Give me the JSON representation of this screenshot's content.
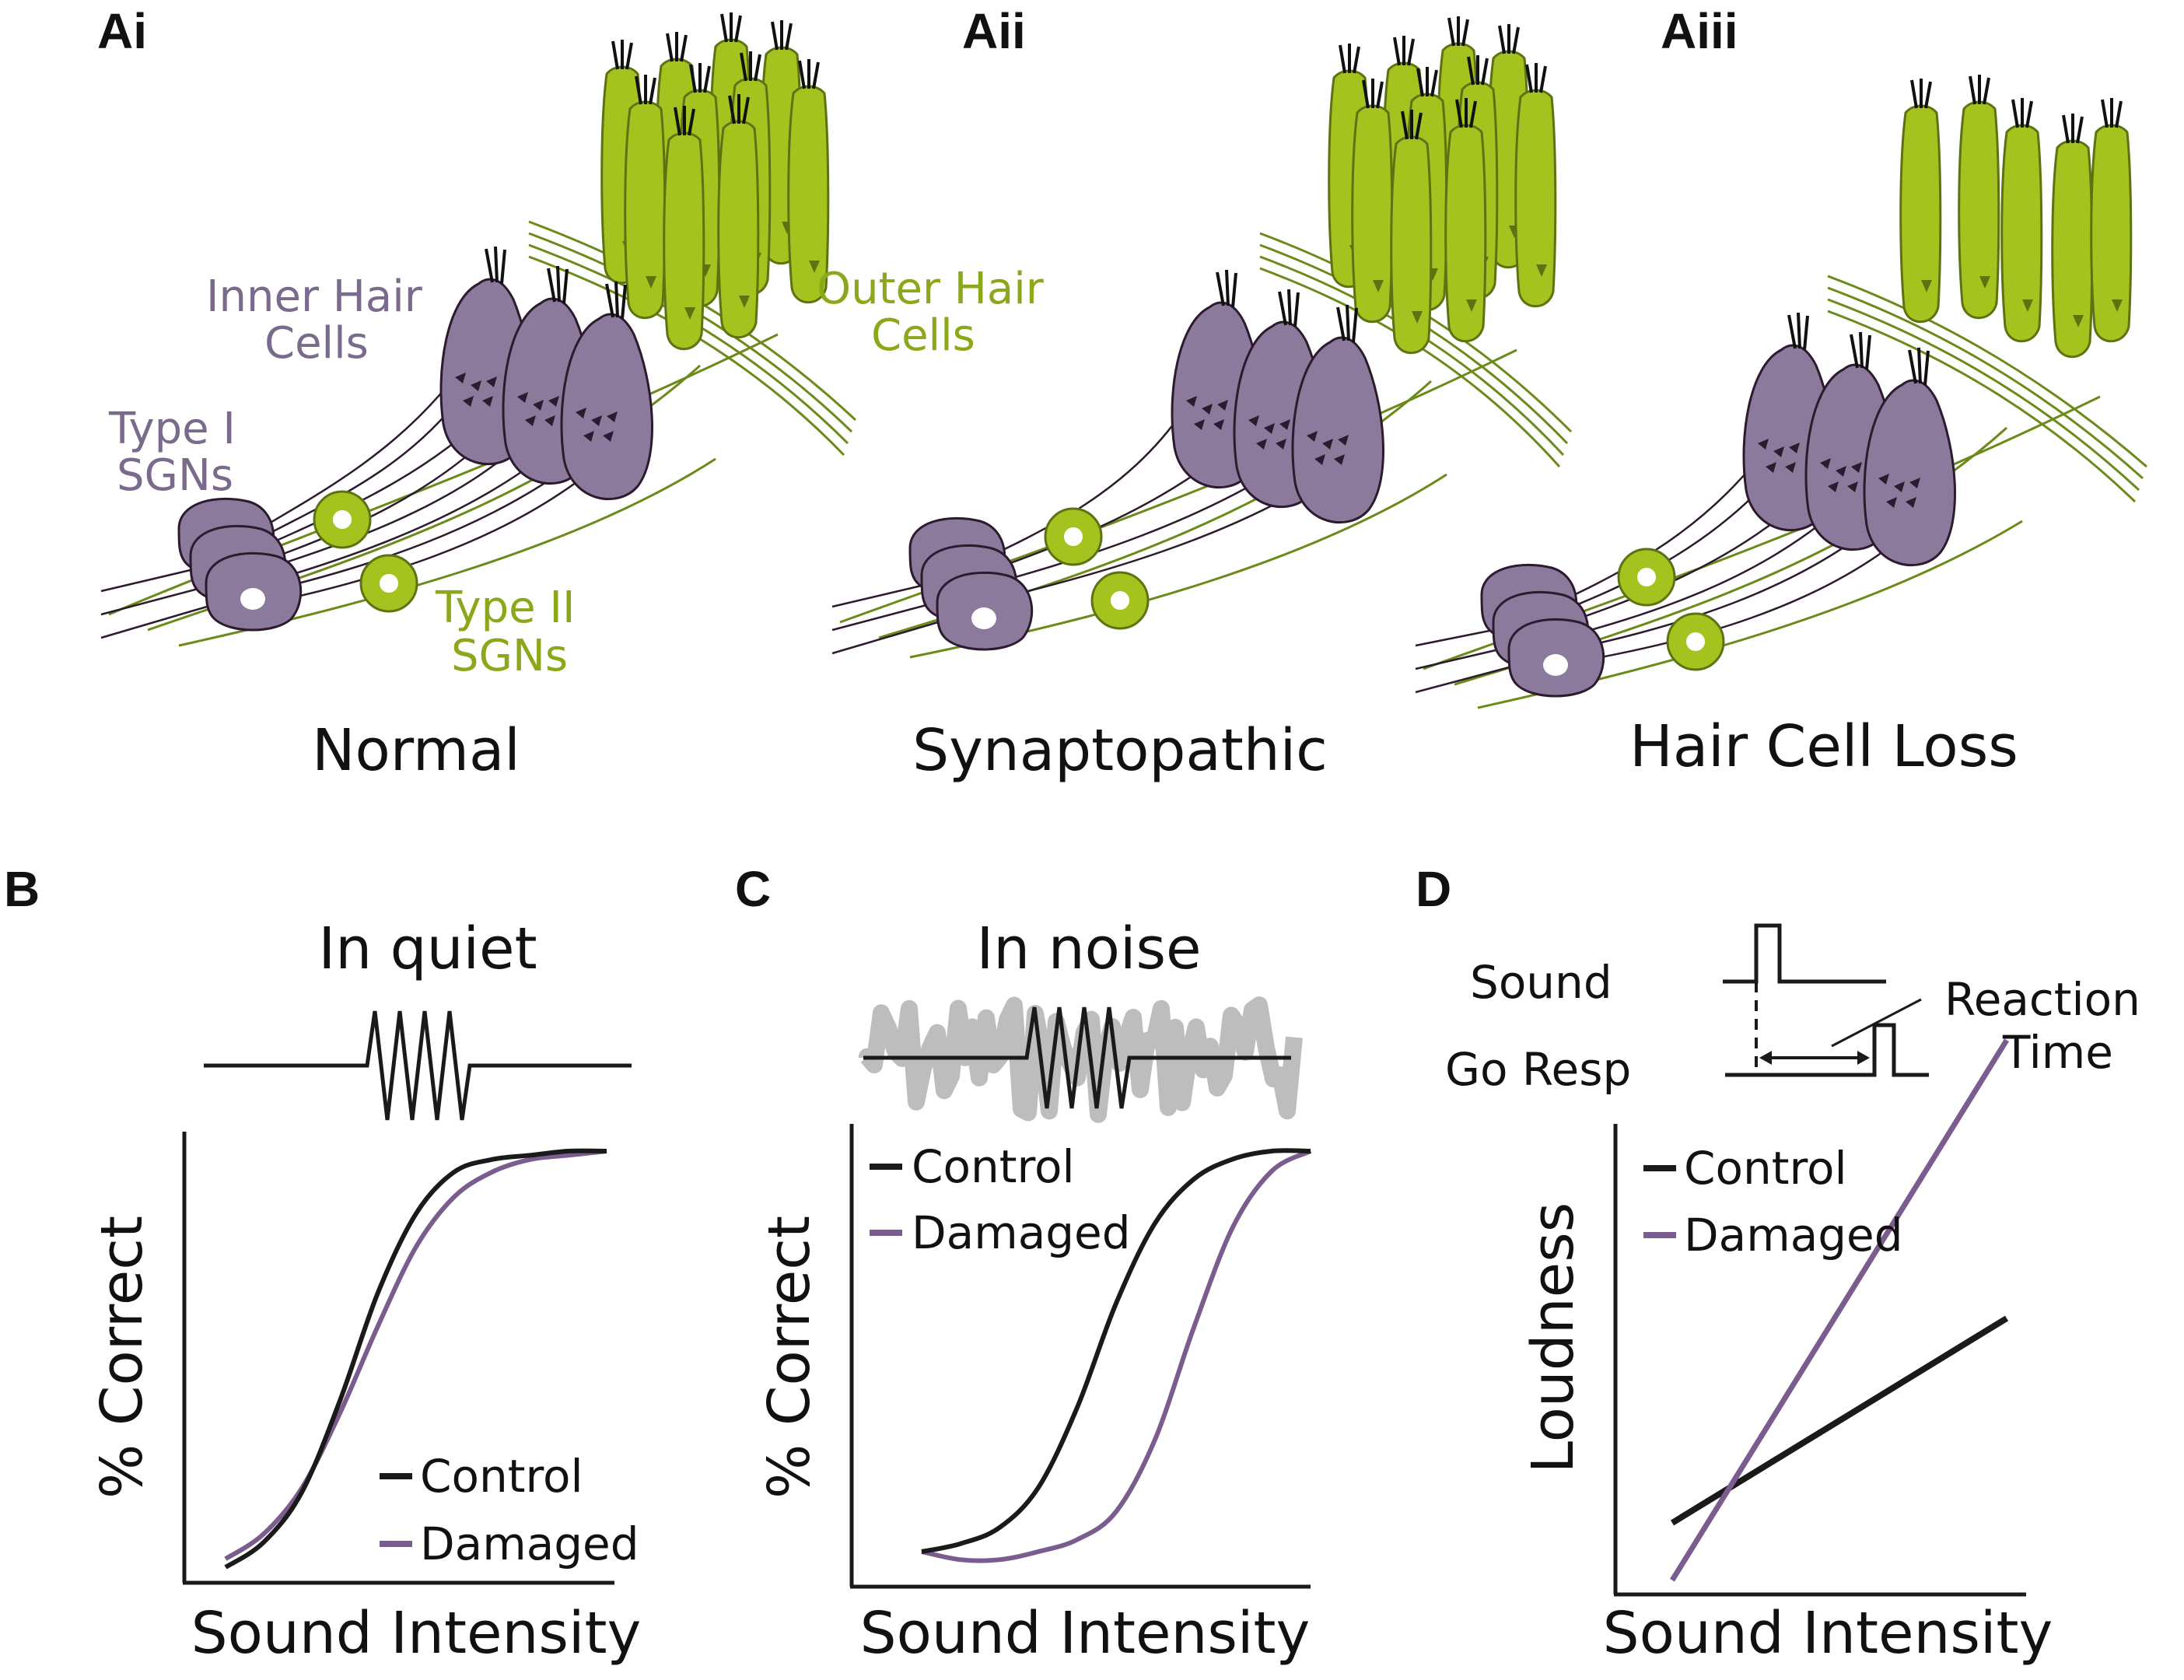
{
  "panels": {
    "ai": {
      "letter": "Ai",
      "caption": "Normal"
    },
    "aii": {
      "letter": "Aii",
      "caption": "Synaptopathic"
    },
    "aiii": {
      "letter": "Aiii",
      "caption": "Hair Cell Loss"
    },
    "b": {
      "letter": "B",
      "title": "In quiet",
      "ylabel": "% Correct",
      "xlabel": "Sound Intensity"
    },
    "c": {
      "letter": "C",
      "title": "In noise",
      "ylabel": "% Correct",
      "xlabel": "Sound Intensity"
    },
    "d": {
      "letter": "D",
      "ylabel": "Loudness",
      "xlabel": "Sound Intensity"
    }
  },
  "cell_labels": {
    "inner_hair_cells_1": "Inner Hair",
    "inner_hair_cells_2": "Cells",
    "outer_hair_cells_1": "Outer Hair",
    "outer_hair_cells_2": "Cells",
    "type1_1": "Type I",
    "type1_2": "SGNs",
    "type2_1": "Type II",
    "type2_2": "SGNs"
  },
  "legend": {
    "control": "Control",
    "damaged": "Damaged"
  },
  "timing": {
    "sound": "Sound",
    "go_resp": "Go Resp",
    "rt_1": "Reaction",
    "rt_2": "Time"
  },
  "colors": {
    "control": "#1a1a1a",
    "damaged": "#7a5c8e",
    "ihc": "#8b7a9b",
    "ohc": "#a4c31f",
    "nerve": "#2e1a2e",
    "fiber": "#6b8a1a",
    "noise": "#bdbdbd"
  },
  "chart_data": [
    {
      "panel": "B",
      "type": "line",
      "title": "In quiet",
      "xlabel": "Sound Intensity",
      "ylabel": "% Correct",
      "series": [
        {
          "name": "Control",
          "x": [
            0,
            10,
            20,
            30,
            40,
            50,
            60,
            70,
            80,
            90,
            100
          ],
          "y": [
            0,
            6,
            18,
            40,
            66,
            85,
            95,
            98,
            99,
            100,
            100
          ]
        },
        {
          "name": "Damaged",
          "x": [
            0,
            10,
            20,
            30,
            40,
            50,
            60,
            70,
            80,
            90,
            100
          ],
          "y": [
            2,
            8,
            19,
            37,
            58,
            77,
            89,
            95,
            98,
            99,
            100
          ]
        }
      ]
    },
    {
      "panel": "C",
      "type": "line",
      "title": "In noise",
      "xlabel": "Sound Intensity",
      "ylabel": "% Correct",
      "series": [
        {
          "name": "Control",
          "x": [
            0,
            10,
            20,
            30,
            40,
            50,
            60,
            70,
            80,
            90,
            100
          ],
          "y": [
            0,
            2,
            6,
            16,
            36,
            62,
            82,
            93,
            98,
            100,
            100
          ]
        },
        {
          "name": "Damaged",
          "x": [
            0,
            10,
            20,
            30,
            40,
            50,
            60,
            70,
            80,
            90,
            100
          ],
          "y": [
            0,
            -2,
            -2,
            0,
            3,
            10,
            28,
            56,
            81,
            95,
            100
          ]
        }
      ]
    },
    {
      "panel": "D",
      "type": "line",
      "xlabel": "Sound Intensity",
      "ylabel": "Loudness",
      "series": [
        {
          "name": "Control",
          "x": [
            0,
            100
          ],
          "y": [
            0,
            100
          ]
        },
        {
          "name": "Damaged",
          "x": [
            0,
            100
          ],
          "y": [
            -28,
            236
          ]
        }
      ]
    }
  ]
}
